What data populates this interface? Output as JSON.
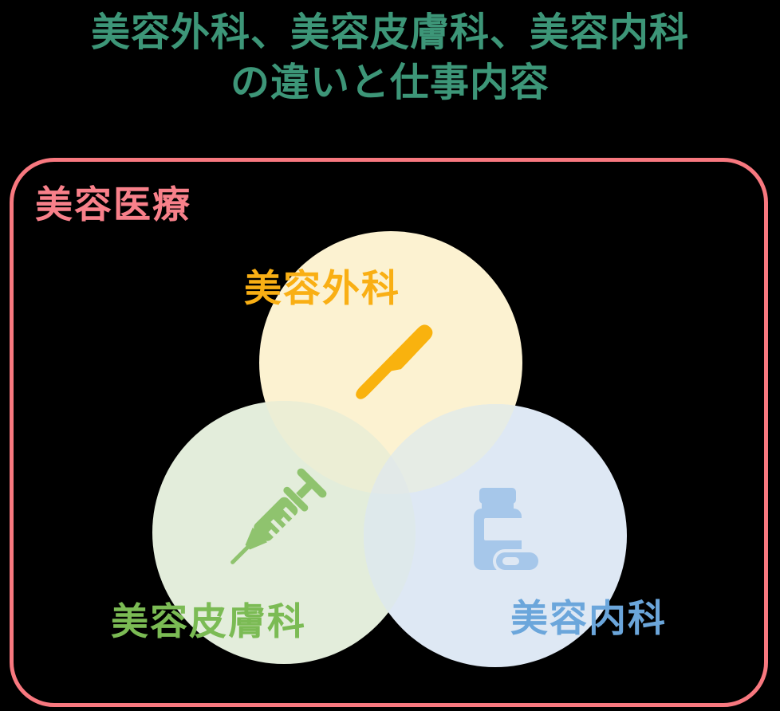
{
  "title": {
    "line1": "美容外科、美容皮膚科、美容内科",
    "line2": "の違いと仕事内容",
    "color": "#3D9678"
  },
  "frame": {
    "label": "美容医療",
    "border_color": "#F8787F",
    "label_color": "#F8808A"
  },
  "venn": {
    "circles": [
      {
        "id": "cosmetic-surgery",
        "label": "美容外科",
        "fill": "#FCF2D1",
        "label_color": "#F9AF14",
        "icon": "scalpel-icon",
        "icon_color": "#F9B20E"
      },
      {
        "id": "cosmetic-dermatology",
        "label": "美容皮膚科",
        "fill": "#E3EDDB",
        "label_color": "#7BBB54",
        "icon": "syringe-icon",
        "icon_color": "#8FC36E"
      },
      {
        "id": "cosmetic-internal-medicine",
        "label": "美容内科",
        "fill": "#DEE8F4",
        "label_color": "#6BA6DB",
        "icon": "pill-bottle-icon",
        "icon_color": "#A6C7EA"
      }
    ],
    "overlaps": {
      "surgery_dermatology": "#ECEED5",
      "surgery_internal": "#E6ECE5",
      "dermatology_internal": "#DEE9EB",
      "all_three": "#E2E9E8"
    },
    "background": "#000000"
  }
}
